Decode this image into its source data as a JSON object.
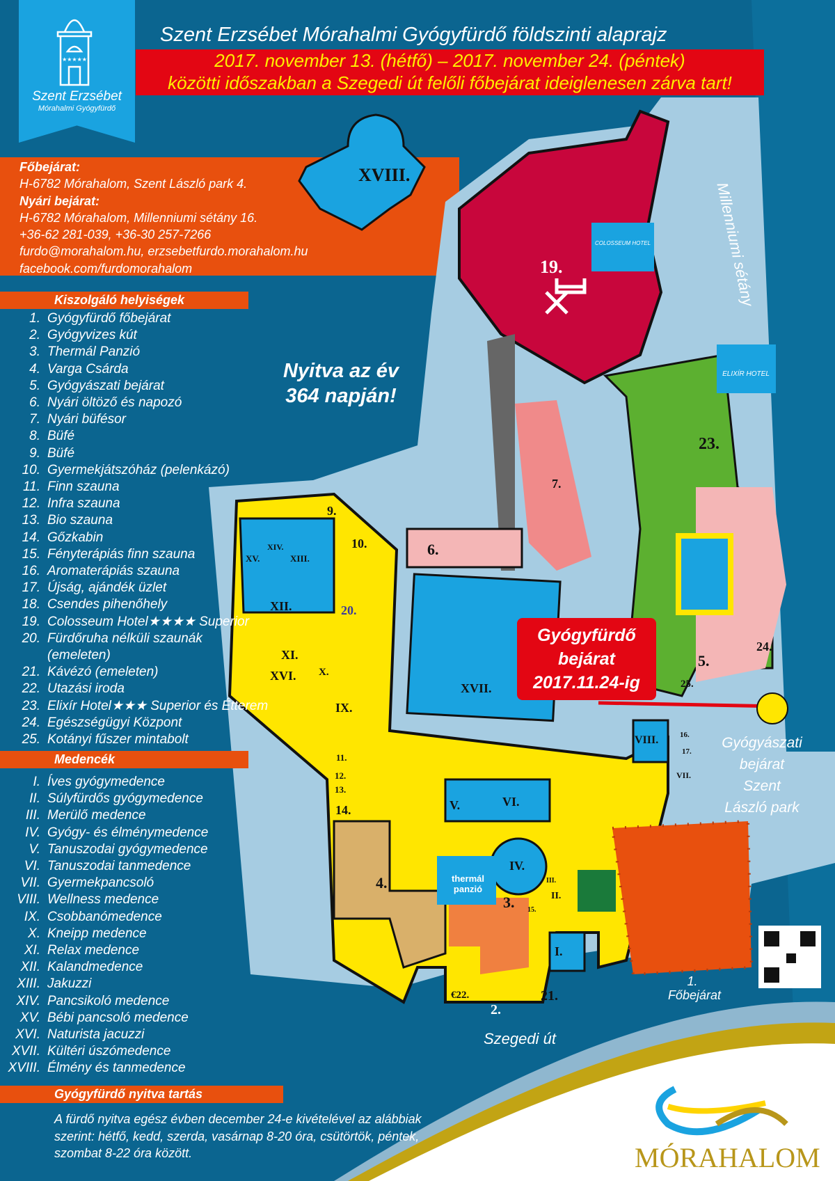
{
  "logo": {
    "name": "Szent Erzsébet",
    "subtitle": "Mórahalmi Gyógyfürdő",
    "stars": "★★★★★"
  },
  "title": "Szent Erzsébet Mórahalmi Gyógyfürdő földszinti alaprajz",
  "notice": {
    "line1": "2017. november 13. (hétfő) – 2017. november 24. (péntek)",
    "line2": "közötti időszakban a Szegedi út felőli főbejárat ideiglenesen zárva tart!"
  },
  "contact": {
    "main_label": "Főbejárat:",
    "main_address": "H-6782 Mórahalom, Szent László park 4.",
    "summer_label": "Nyári bejárat:",
    "summer_address": "H-6782 Mórahalom, Millenniumi sétány 16.",
    "phones": "+36-62 281-039, +36-30 257-7266",
    "web": "furdo@morahalom.hu, erzsebetfurdo.morahalom.hu",
    "facebook": "facebook.com/furdomorahalom"
  },
  "services": {
    "heading": "Kiszolgáló helyiségek",
    "items": [
      {
        "n": "1.",
        "t": "Gyógyfürdő főbejárat"
      },
      {
        "n": "2.",
        "t": "Gyógyvizes kút"
      },
      {
        "n": "3.",
        "t": "Thermál Panzió"
      },
      {
        "n": "4.",
        "t": "Varga Csárda"
      },
      {
        "n": "5.",
        "t": "Gyógyászati bejárat"
      },
      {
        "n": "6.",
        "t": "Nyári öltöző és napozó"
      },
      {
        "n": "7.",
        "t": "Nyári büfésor"
      },
      {
        "n": "8.",
        "t": "Büfé"
      },
      {
        "n": "9.",
        "t": "Büfé"
      },
      {
        "n": "10.",
        "t": "Gyermekjátszóház (pelenkázó)"
      },
      {
        "n": "11.",
        "t": "Finn szauna"
      },
      {
        "n": "12.",
        "t": "Infra szauna"
      },
      {
        "n": "13.",
        "t": "Bio szauna"
      },
      {
        "n": "14.",
        "t": "Gőzkabin"
      },
      {
        "n": "15.",
        "t": "Fényterápiás finn szauna"
      },
      {
        "n": "16.",
        "t": "Aromaterápiás szauna"
      },
      {
        "n": "17.",
        "t": "Újság, ajándék üzlet"
      },
      {
        "n": "18.",
        "t": "Csendes pihenőhely"
      },
      {
        "n": "19.",
        "t": "Colosseum Hotel★★★★ Superior"
      },
      {
        "n": "20.",
        "t": "Fürdőruha nélküli szaunák"
      },
      {
        "n": "",
        "t": "(emeleten)"
      },
      {
        "n": "21.",
        "t": "Kávézó (emeleten)"
      },
      {
        "n": "22.",
        "t": "Utazási iroda"
      },
      {
        "n": "23.",
        "t": "Elixír Hotel★★★ Superior és Étterem"
      },
      {
        "n": "24.",
        "t": "Egészségügyi Központ"
      },
      {
        "n": "25.",
        "t": "Kotányi fűszer mintabolt"
      }
    ]
  },
  "pools": {
    "heading": "Medencék",
    "items": [
      {
        "n": "I.",
        "t": "Íves gyógymedence"
      },
      {
        "n": "II.",
        "t": "Súlyfürdős gyógymedence"
      },
      {
        "n": "III.",
        "t": "Merülő medence"
      },
      {
        "n": "IV.",
        "t": "Gyógy- és élménymedence"
      },
      {
        "n": "V.",
        "t": "Tanuszodai gyógymedence"
      },
      {
        "n": "VI.",
        "t": "Tanuszodai tanmedence"
      },
      {
        "n": "VII.",
        "t": "Gyermekpancsoló"
      },
      {
        "n": "VIII.",
        "t": "Wellness medence"
      },
      {
        "n": "IX.",
        "t": "Csobbanómedence"
      },
      {
        "n": "X.",
        "t": "Kneipp medence"
      },
      {
        "n": "XI.",
        "t": "Relax medence"
      },
      {
        "n": "XII.",
        "t": "Kalandmedence"
      },
      {
        "n": "XIII.",
        "t": "Jakuzzi"
      },
      {
        "n": "XIV.",
        "t": "Pancsikoló medence"
      },
      {
        "n": "XV.",
        "t": "Bébi pancsoló medence"
      },
      {
        "n": "XVI.",
        "t": "Naturista jacuzzi"
      },
      {
        "n": "XVII.",
        "t": "Kültéri úszómedence"
      },
      {
        "n": "XVIII.",
        "t": "Élmény és tanmedence"
      }
    ]
  },
  "hours": {
    "heading": "Gyógyfürdő nyitva tartás",
    "text": "A fürdő nyitva egész évben december 24-e kivételével az alábbiak szerint: hétfő, kedd, szerda, vasárnap 8-20 óra, csütörtök, péntek, szombat 8-22 óra között."
  },
  "map": {
    "open_days": "Nyitva az év 364 napján!",
    "street_east": "Millenniumi sétány",
    "street_south": "Szegedi út",
    "entrance_callout": "Gyógyfürdő bejárat 2017.11.24-ig",
    "medical_entrance": "Gyógyászati bejárat Szent László park",
    "main_entrance": "1. Főbejárat",
    "colosseum_logo": "COLOSSEUM HOTEL",
    "elixir_logo": "ELIXÍR HOTEL",
    "thermal_logo": "thermál panzió",
    "labels": {
      "xviii": "XVIII.",
      "n19": "19.",
      "n7": "7.",
      "n6": "6.",
      "n9": "9.",
      "n10": "10.",
      "xv": "XV.",
      "xiv": "XIV.",
      "xiii": "XIII.",
      "xii": "XII.",
      "n20": "20.",
      "xi": "XI.",
      "x": "X.",
      "xvi": "XVI.",
      "ix": "IX.",
      "xvii": "XVII.",
      "n23": "23.",
      "n24": "24.",
      "n5": "5.",
      "n25": "25.",
      "viii": "VIII.",
      "n16": "16.",
      "n17": "17.",
      "vii": "VII.",
      "n11": "11.",
      "n12": "12.",
      "n13": "13.",
      "n14": "14.",
      "v": "V.",
      "vi": "VI.",
      "iv": "IV.",
      "n4": "4.",
      "n3": "3.",
      "iii": "III.",
      "ii": "II.",
      "n15": "15.",
      "i": "I.",
      "n22": "€22.",
      "n2": "2.",
      "n21": "21."
    }
  },
  "brand": "MÓRAHALOM",
  "colors": {
    "background": "#0b6590",
    "orange": "#e8500e",
    "red": "#e30613",
    "yellow": "#ffef00",
    "pool": "#0a9ee0",
    "hotel": "#c8063c"
  }
}
